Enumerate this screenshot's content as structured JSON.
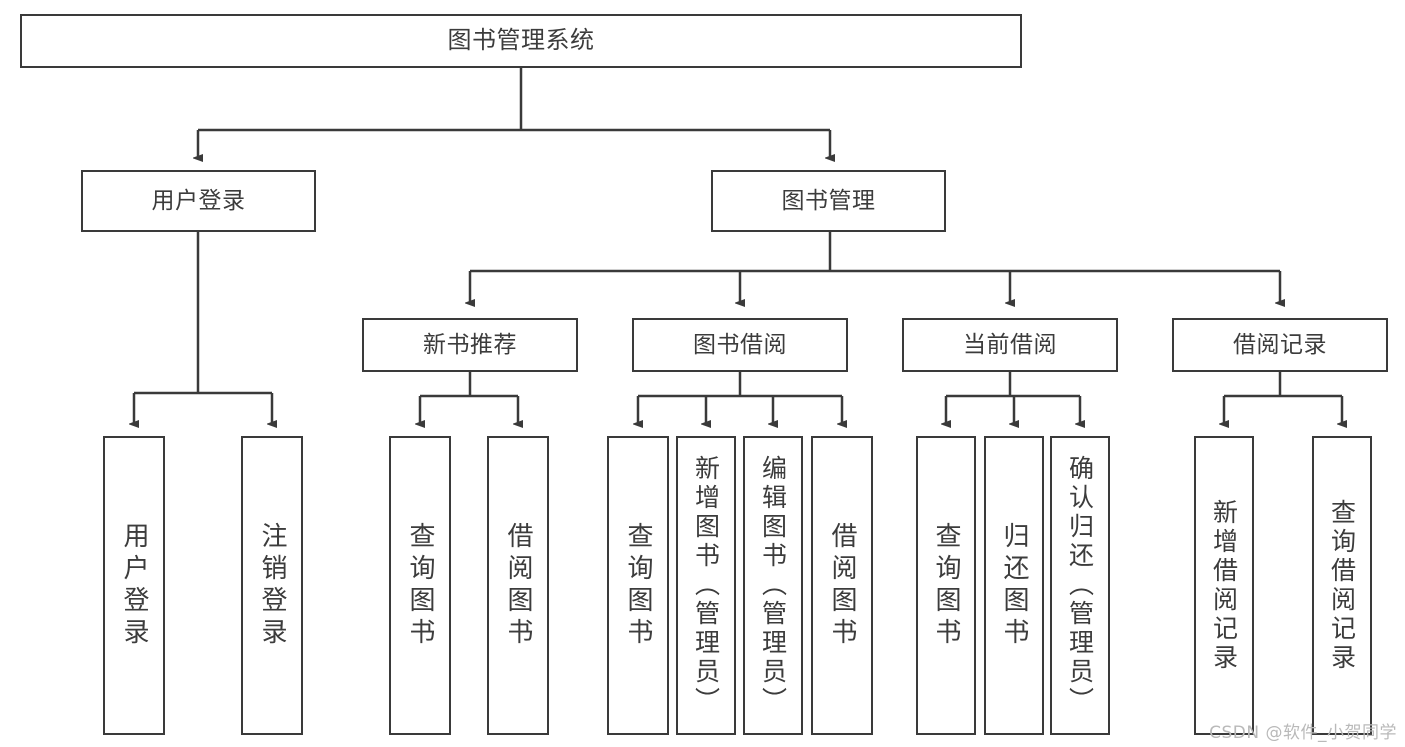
{
  "diagram": {
    "title": "图书管理系统",
    "type": "tree",
    "root": {
      "label": "图书管理系统"
    },
    "level2": [
      {
        "label": "用户登录"
      },
      {
        "label": "图书管理"
      }
    ],
    "level3": [
      {
        "label": "新书推荐"
      },
      {
        "label": "图书借阅"
      },
      {
        "label": "当前借阅"
      },
      {
        "label": "借阅记录"
      }
    ],
    "leaves": {
      "user_login": [
        {
          "label": "用户登录"
        },
        {
          "label": "注销登录"
        }
      ],
      "new_book": [
        {
          "label": "查询图书"
        },
        {
          "label": "借阅图书"
        }
      ],
      "book_borrow": [
        {
          "label": "查询图书"
        },
        {
          "label": "新增图书（管理员）"
        },
        {
          "label": "编辑图书（管理员）"
        },
        {
          "label": "借阅图书"
        }
      ],
      "current_borrow": [
        {
          "label": "查询图书"
        },
        {
          "label": "归还图书"
        },
        {
          "label": "确认归还（管理员）"
        }
      ],
      "borrow_record": [
        {
          "label": "新增借阅记录"
        },
        {
          "label": "查询借阅记录"
        }
      ]
    }
  },
  "watermark": {
    "text": "CSDN @软件_小贺同学"
  },
  "colors": {
    "box_border": "#3a3a3a",
    "text": "#3c3c3c",
    "background": "#ffffff",
    "connector": "#3a3a3a",
    "watermark": "#b9b9b9"
  }
}
